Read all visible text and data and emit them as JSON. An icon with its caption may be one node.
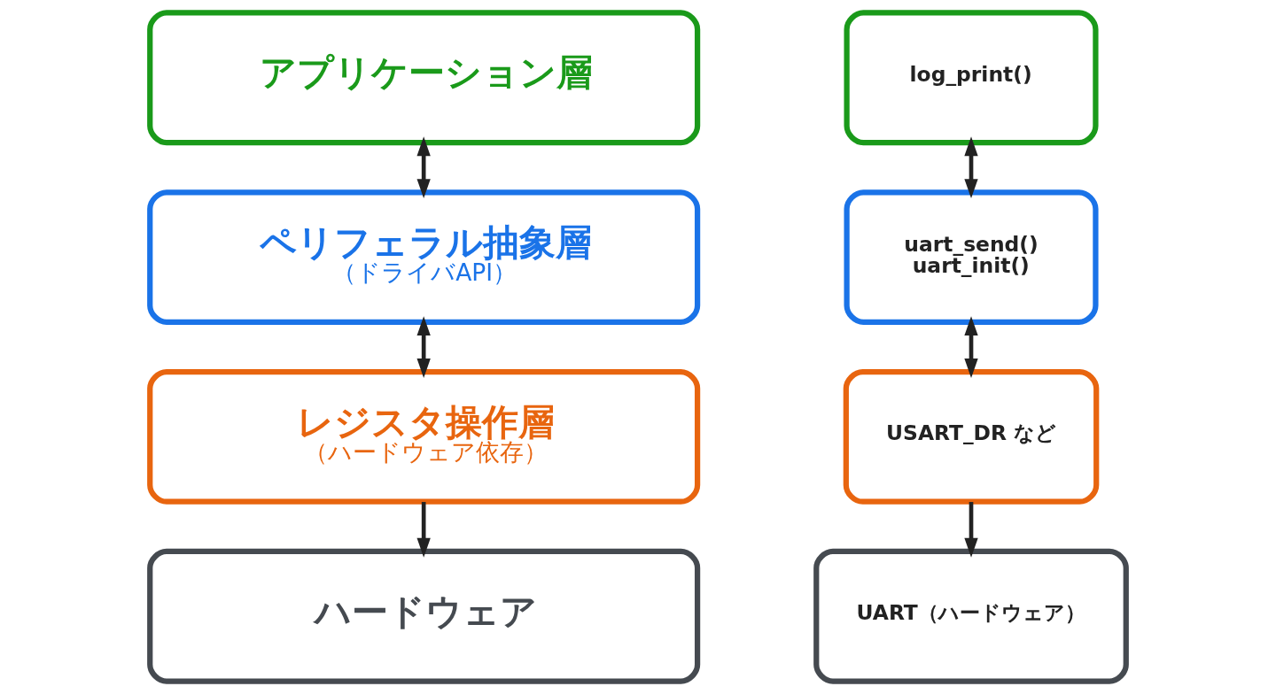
{
  "diagram": {
    "nodes": [
      {
        "text": [
          "アプリケーション層"
        ]
      },
      {
        "text": [
          "ペリフェラル抽象層",
          "（ドライバAPI）"
        ]
      },
      {
        "text": [
          "レジスタ操作層",
          "（ハードウェア依存）"
        ]
      },
      {
        "text": [
          "ハードウェア"
        ]
      },
      {
        "text": [
          "log_print()"
        ]
      },
      {
        "text": [
          "uart_send()",
          "uart_init()"
        ]
      },
      {
        "text": [
          "USART_DR など"
        ]
      },
      {
        "text": [
          "UART（ハードウェア）"
        ]
      }
    ],
    "edges": [
      {
        "from": 0,
        "to": 1,
        "arrow": "both"
      },
      {
        "from": 1,
        "to": 2,
        "arrow": "both"
      },
      {
        "from": 2,
        "to": 3,
        "arrow": "to"
      },
      {
        "from": 4,
        "to": 5,
        "arrow": "both"
      },
      {
        "from": 5,
        "to": 6,
        "arrow": "both"
      },
      {
        "from": 6,
        "to": 7,
        "arrow": "to"
      }
    ]
  }
}
